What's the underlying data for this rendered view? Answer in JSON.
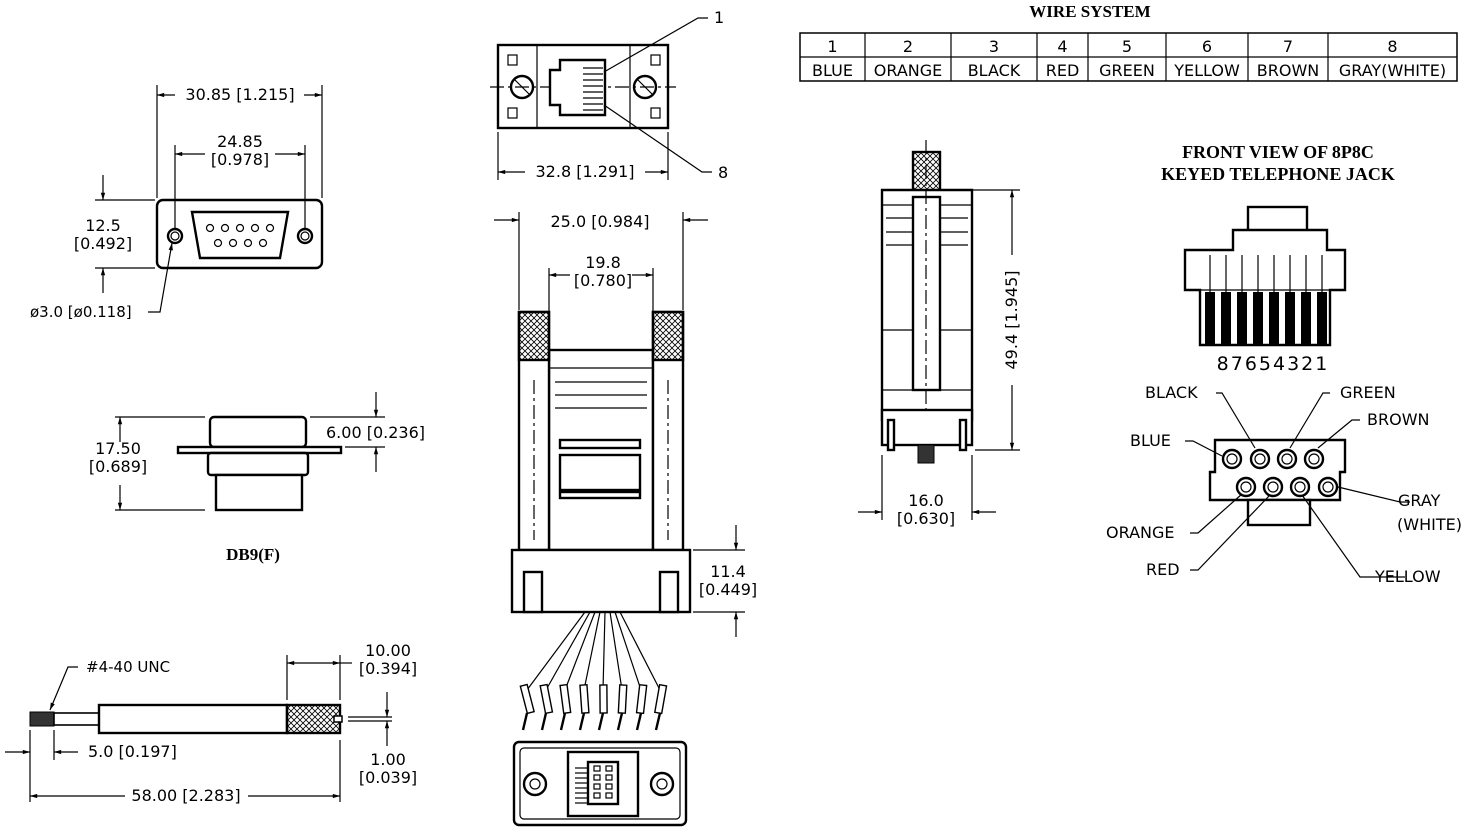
{
  "wire_system": {
    "title": "WIRE SYSTEM",
    "pins": [
      "1",
      "2",
      "3",
      "4",
      "5",
      "6",
      "7",
      "8"
    ],
    "colors": [
      "BLUE",
      "ORANGE",
      "BLACK",
      "RED",
      "GREEN",
      "YELLOW",
      "BROWN",
      "GRAY(WHITE)"
    ]
  },
  "db9": {
    "dim_width_outer": "30.85 [1.215]",
    "dim_width_inner_mm": "24.85",
    "dim_width_inner_in": "[0.978]",
    "dim_height_mm": "12.5",
    "dim_height_in": "[0.492]",
    "dim_hole": "ø3.0 [ø0.118]",
    "dim_depth_mm": "17.50",
    "dim_depth_in": "[0.689]",
    "dim_flange": "6.00 [0.236]",
    "label": "DB9(F)"
  },
  "screw": {
    "thread": "#4-40 UNC",
    "dim_knurl_mm": "10.00",
    "dim_knurl_in": "[0.394]",
    "dim_thread": "5.0 [0.197]",
    "dim_slot_mm": "1.00",
    "dim_slot_in": "[0.039]",
    "dim_length": "58.00 [2.283]"
  },
  "adapter": {
    "pin_first": "1",
    "pin_last": "8",
    "dim_top_width": "32.8 [1.291]",
    "dim_body_width": "25.0 [0.984]",
    "dim_inner_mm": "19.8",
    "dim_inner_in": "[0.780]",
    "dim_base_mm": "11.4",
    "dim_base_in": "[0.449]",
    "dim_length": "49.4 [1.945]",
    "dim_side_mm": "16.0",
    "dim_side_in": "[0.630]"
  },
  "jack": {
    "title_line1": "FRONT VIEW OF 8P8C",
    "title_line2": "KEYED TELEPHONE JACK",
    "pin_numbers": "87654321",
    "labels": {
      "black": "BLACK",
      "green": "GREEN",
      "brown": "BROWN",
      "blue": "BLUE",
      "gray": "GRAY",
      "white": "(WHITE)",
      "orange": "ORANGE",
      "red": "RED",
      "yellow": "YELLOW"
    }
  }
}
